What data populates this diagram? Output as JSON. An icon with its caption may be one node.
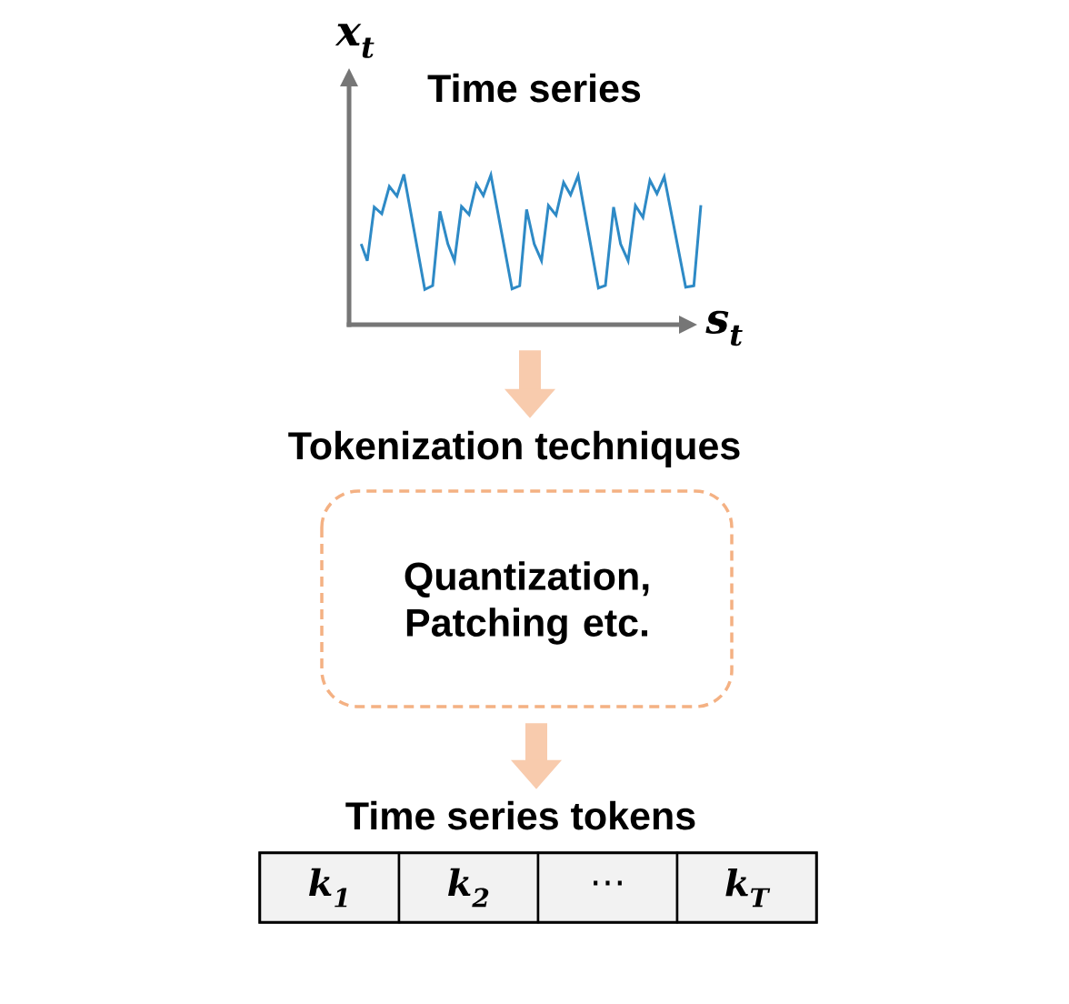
{
  "diagram": {
    "nodes": [
      {
        "text": [
          "x$_{t}$",
          "Time series",
          "s$_{t}$"
        ]
      },
      {
        "text": [
          "Tokenization techniques",
          "Quantization, Patching etc."
        ]
      },
      {
        "text": [
          "Time series tokens"
        ]
      },
      {
        "text": [
          "k$_{1}$"
        ],
        "in": 2
      },
      {
        "text": [
          "k$_{2}$"
        ],
        "in": 2
      },
      {
        "text": [
          "⋯"
        ],
        "in": 2
      },
      {
        "text": [
          "k$_{T}$"
        ],
        "in": 2
      }
    ],
    "edges": [
      {
        "from": 0,
        "to": 1,
        "arrow": "to"
      },
      {
        "from": 1,
        "to": 2,
        "arrow": "to"
      }
    ]
  }
}
